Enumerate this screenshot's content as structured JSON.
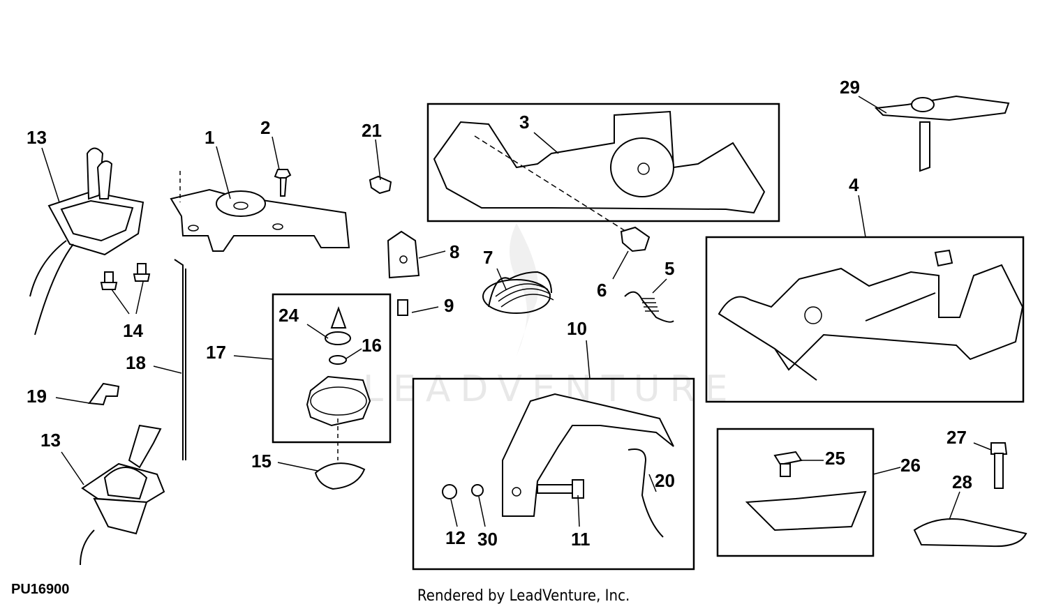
{
  "diagram": {
    "reference_code": "PU16900",
    "footer_text": "Rendered by LeadVenture, Inc.",
    "watermark_text": "LEADVENTURE",
    "labels": [
      "1",
      "2",
      "3",
      "4",
      "5",
      "6",
      "7",
      "8",
      "9",
      "10",
      "11",
      "12",
      "13",
      "13",
      "14",
      "15",
      "16",
      "17",
      "18",
      "19",
      "20",
      "21",
      "24",
      "25",
      "26",
      "27",
      "28",
      "29",
      "30"
    ]
  }
}
